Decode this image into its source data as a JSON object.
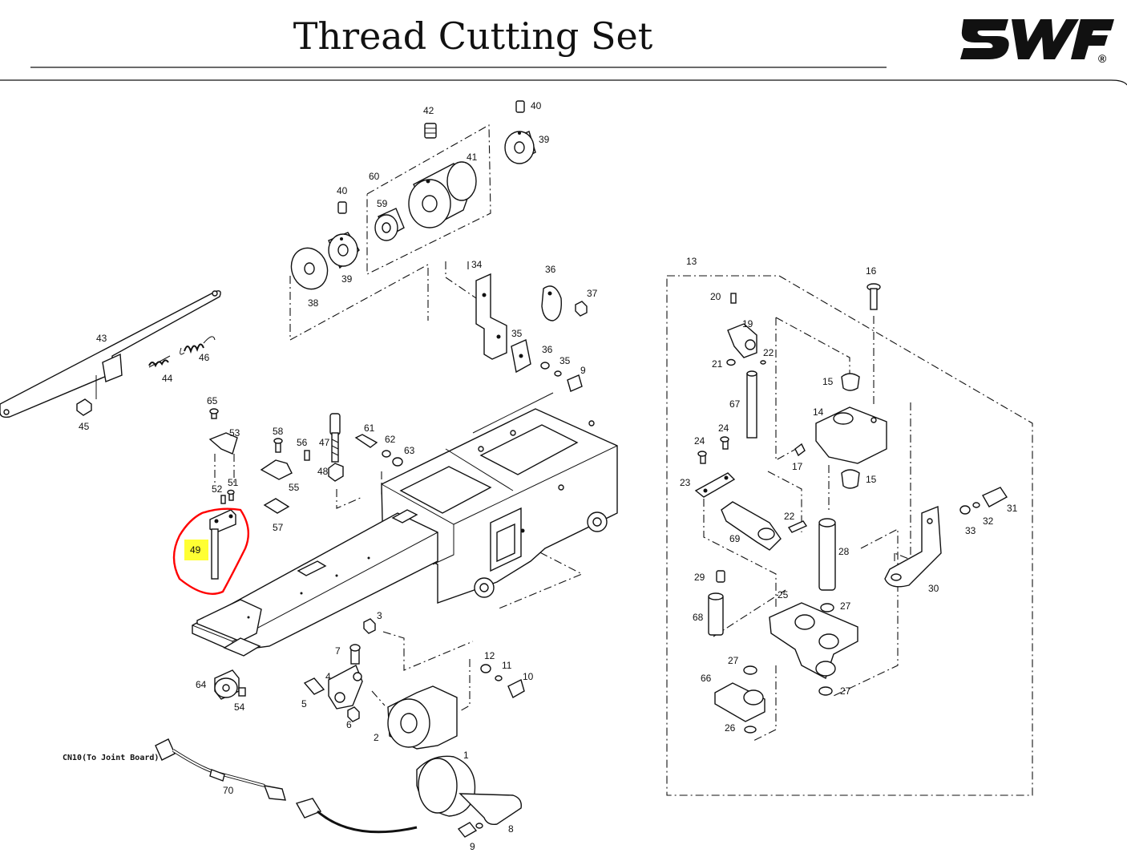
{
  "header": {
    "title": "Thread Cutting Set",
    "logo_text": "SWF",
    "registered_mark": "®"
  },
  "highlight": {
    "part_number": "49",
    "highlight_color": "#ffff33",
    "circle_color": "#ff0000"
  },
  "connector_label": "CN10(To Joint Board)",
  "part_labels": {
    "p1": "1",
    "p2": "2",
    "p3": "3",
    "p4": "4",
    "p5": "5",
    "p6": "6",
    "p7": "7",
    "p8": "8",
    "p9a": "9",
    "p9b": "9",
    "p10": "10",
    "p11": "11",
    "p12": "12",
    "p13": "13",
    "p14": "14",
    "p15a": "15",
    "p15b": "15",
    "p16": "16",
    "p17": "17",
    "p19": "19",
    "p20": "20",
    "p21": "21",
    "p22a": "22",
    "p22b": "22",
    "p23": "23",
    "p24a": "24",
    "p24b": "24",
    "p25": "25",
    "p26": "26",
    "p27a": "27",
    "p27b": "27",
    "p27c": "27",
    "p28": "28",
    "p29": "29",
    "p30": "30",
    "p31": "31",
    "p32": "32",
    "p33": "33",
    "p34": "34",
    "p35a": "35",
    "p35b": "35",
    "p36a": "36",
    "p36b": "36",
    "p37": "37",
    "p38": "38",
    "p39a": "39",
    "p39b": "39",
    "p40a": "40",
    "p40b": "40",
    "p41": "41",
    "p42": "42",
    "p43": "43",
    "p44": "44",
    "p45": "45",
    "p46": "46",
    "p47": "47",
    "p48": "48",
    "p51": "51",
    "p52": "52",
    "p53": "53",
    "p54": "54",
    "p55": "55",
    "p56": "56",
    "p57": "57",
    "p58": "58",
    "p59": "59",
    "p60": "60",
    "p61": "61",
    "p62": "62",
    "p63": "63",
    "p64": "64",
    "p65": "65",
    "p66": "66",
    "p67": "67",
    "p68": "68",
    "p69": "69",
    "p70": "70"
  }
}
